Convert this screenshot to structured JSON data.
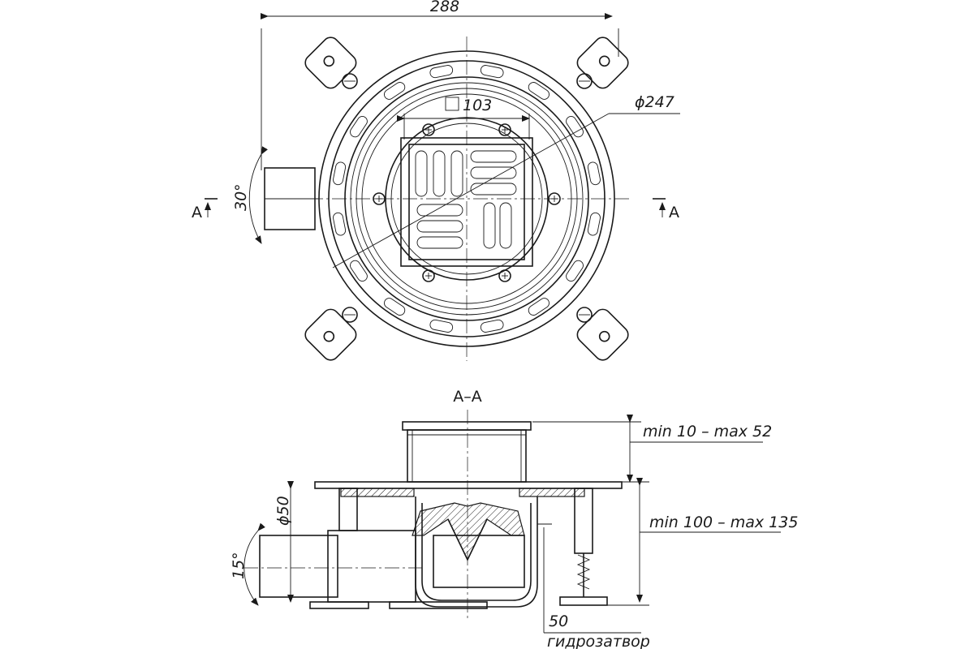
{
  "top_view": {
    "overall_width": "288",
    "grate_size": "103",
    "diameter": "ϕ247",
    "outlet_angle": "30°",
    "section_left": "A",
    "section_right": "A"
  },
  "section_view": {
    "title": "A–A",
    "grate_adjust": "min 10 – max 52",
    "body_adjust": "min 100 – max 135",
    "pipe_diameter": "ϕ50",
    "pipe_angle": "15°",
    "water_seal_value": "50",
    "water_seal_label": "гидрозатвор"
  }
}
